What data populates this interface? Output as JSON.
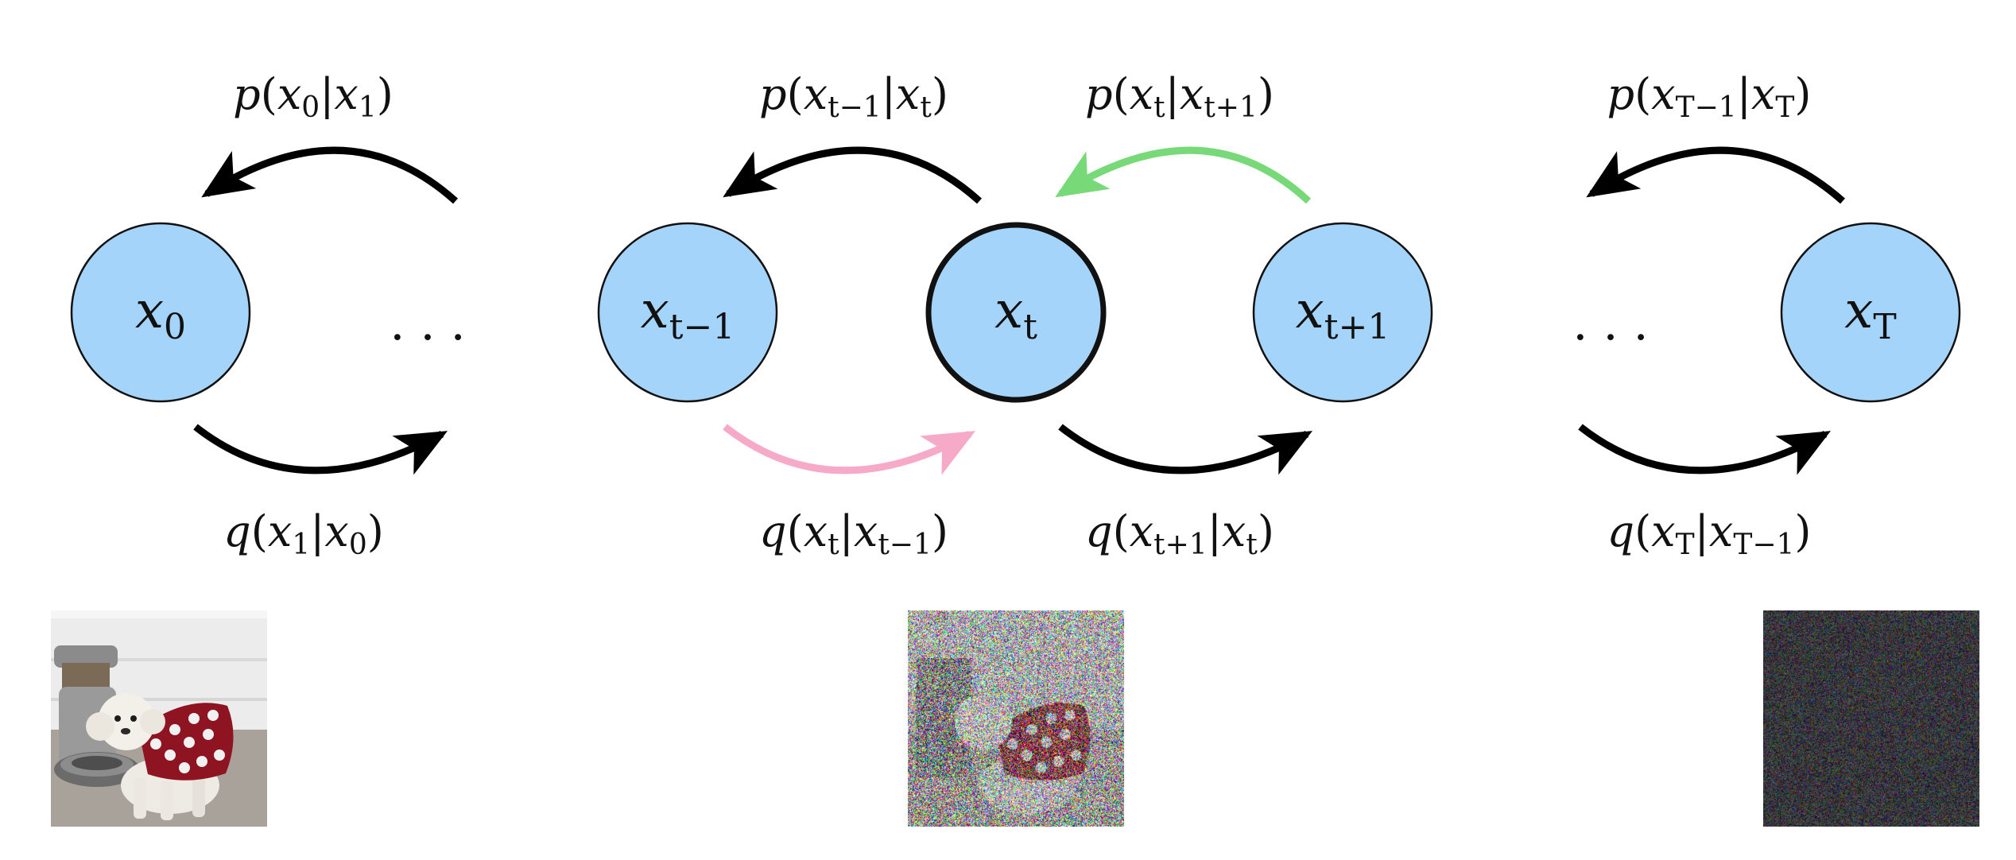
{
  "nodes": [
    {
      "id": "x0",
      "base": "x",
      "sub": "0"
    },
    {
      "id": "xtm1",
      "base": "x",
      "sub": "t−1"
    },
    {
      "id": "xt",
      "base": "x",
      "sub": "t"
    },
    {
      "id": "xtp1",
      "base": "x",
      "sub": "t+1"
    },
    {
      "id": "xT",
      "base": "x",
      "sub": "T"
    }
  ],
  "ellipsis": "· · ·",
  "reverse_labels": {
    "p_x0_x1": {
      "fn": "p",
      "a": "x",
      "a_sub": "0",
      "b": "x",
      "b_sub": "1"
    },
    "p_xtm1_xt": {
      "fn": "p",
      "a": "x",
      "a_sub": "t−1",
      "b": "x",
      "b_sub": "t"
    },
    "p_xt_xtp1": {
      "fn": "p",
      "a": "x",
      "a_sub": "t",
      "b": "x",
      "b_sub": "t+1"
    },
    "p_xTm1_xT": {
      "fn": "p",
      "a": "x",
      "a_sub": "T−1",
      "b": "x",
      "b_sub": "T"
    }
  },
  "forward_labels": {
    "q_x1_x0": {
      "fn": "q",
      "a": "x",
      "a_sub": "1",
      "b": "x",
      "b_sub": "0"
    },
    "q_xt_xtm1": {
      "fn": "q",
      "a": "x",
      "a_sub": "t",
      "b": "x",
      "b_sub": "t−1"
    },
    "q_xtp1_xt": {
      "fn": "q",
      "a": "x",
      "a_sub": "t+1",
      "b": "x",
      "b_sub": "t"
    },
    "q_xT_xTm1": {
      "fn": "q",
      "a": "x",
      "a_sub": "T",
      "b": "x",
      "b_sub": "T−1"
    }
  },
  "colors": {
    "node_fill": "#a5d4fb",
    "arrow_default": "#000000",
    "arrow_reverse_highlight": "#77d977",
    "arrow_forward_highlight": "#f7a9c8"
  },
  "images": {
    "clean": "dog-in-red-polka-dot-sweater-photo",
    "partial_noise": "noisy-dog-photo",
    "pure_noise": "pure-gaussian-noise-image"
  }
}
